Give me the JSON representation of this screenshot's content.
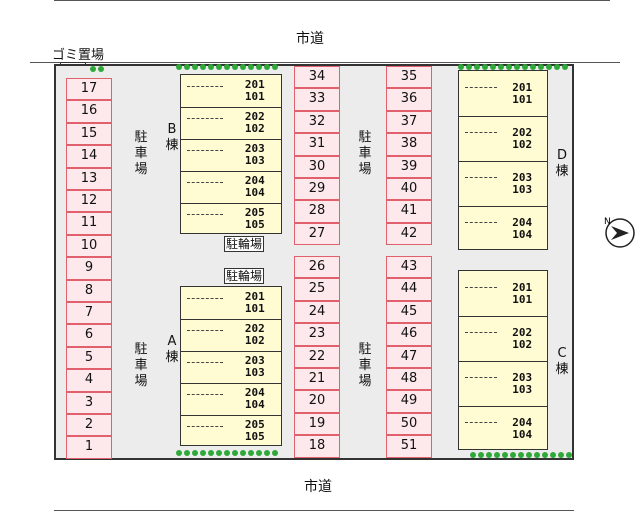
{
  "roads": {
    "top": "市道",
    "bottom": "市道"
  },
  "trash": {
    "label": "ゴミ置場"
  },
  "parking_label": "駐車場",
  "bicycle_label": "駐輪場",
  "compass_label": "N",
  "buildings": {
    "A": {
      "label": "A棟",
      "units": [
        [
          "201",
          "101"
        ],
        [
          "202",
          "102"
        ],
        [
          "203",
          "103"
        ],
        [
          "204",
          "104"
        ],
        [
          "205",
          "105"
        ]
      ]
    },
    "B": {
      "label": "B棟",
      "units": [
        [
          "201",
          "101"
        ],
        [
          "202",
          "102"
        ],
        [
          "203",
          "103"
        ],
        [
          "204",
          "104"
        ],
        [
          "205",
          "105"
        ]
      ]
    },
    "C": {
      "label": "C棟",
      "units": [
        [
          "201",
          "101"
        ],
        [
          "202",
          "102"
        ],
        [
          "203",
          "103"
        ],
        [
          "204",
          "104"
        ]
      ]
    },
    "D": {
      "label": "D棟",
      "units": [
        [
          "201",
          "101"
        ],
        [
          "202",
          "102"
        ],
        [
          "203",
          "103"
        ],
        [
          "204",
          "104"
        ]
      ]
    }
  },
  "spaces": {
    "left_column": [
      "17",
      "16",
      "15",
      "14",
      "13",
      "12",
      "11",
      "10",
      "9",
      "8",
      "7",
      "6",
      "5",
      "4",
      "3",
      "2",
      "1"
    ],
    "mid_left_top": [
      "34",
      "33",
      "32",
      "31",
      "30",
      "29",
      "28",
      "27"
    ],
    "mid_left_bottom": [
      "26",
      "25",
      "24",
      "23",
      "22",
      "21",
      "20",
      "19",
      "18"
    ],
    "mid_right_top": [
      "35",
      "36",
      "37",
      "38",
      "39",
      "40",
      "41",
      "42"
    ],
    "mid_right_bottom": [
      "43",
      "44",
      "45",
      "46",
      "47",
      "48",
      "49",
      "50",
      "51"
    ]
  },
  "colors": {
    "space_fill": "#fde8ec",
    "space_border": "#e0606c",
    "building_fill": "#fffbd2",
    "hedge": "#2fa83a",
    "lot": "#ececec"
  }
}
